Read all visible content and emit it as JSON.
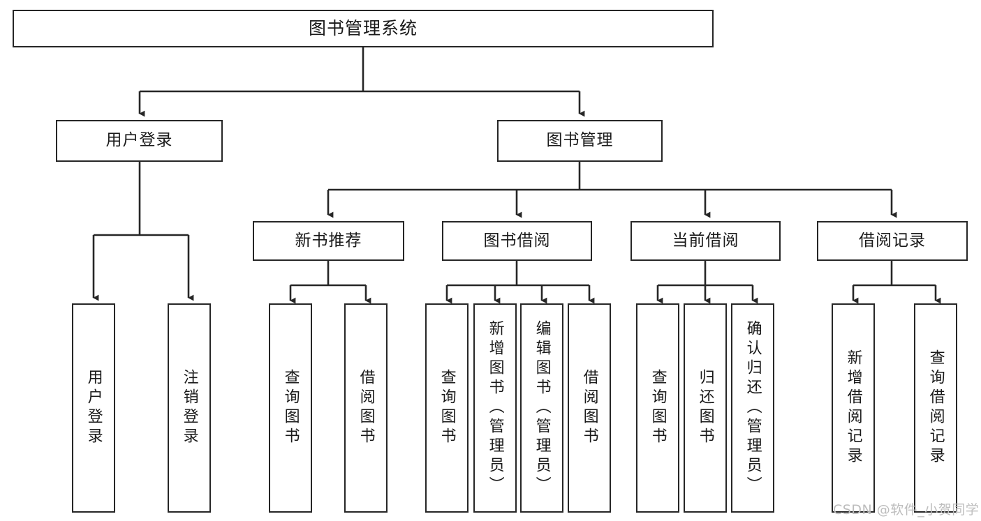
{
  "diagram": {
    "title": "图书管理系统",
    "type": "functional-structure-tree",
    "watermark": "CSDN @软件_小贺同学",
    "colors": {
      "stroke": "#262626",
      "box_fill": "#ffffff",
      "text": "#1a1a1a",
      "background": "#ffffff",
      "watermark": "#bdbdbd"
    },
    "levels": {
      "root": {
        "label": "图书管理系统"
      },
      "level2": [
        {
          "label": "用户登录"
        },
        {
          "label": "图书管理"
        }
      ],
      "level3": [
        {
          "label": "新书推荐"
        },
        {
          "label": "图书借阅"
        },
        {
          "label": "当前借阅"
        },
        {
          "label": "借阅记录"
        }
      ],
      "leaves": {
        "user_login": [
          {
            "label": "用户登录"
          },
          {
            "label": "注销登录"
          }
        ],
        "new_book_recommend": [
          {
            "label": "查询图书"
          },
          {
            "label": "借阅图书"
          }
        ],
        "book_borrow": [
          {
            "label": "查询图书"
          },
          {
            "label": "新增图书（管理员）"
          },
          {
            "label": "编辑图书（管理员）"
          },
          {
            "label": "借阅图书"
          }
        ],
        "current_borrow": [
          {
            "label": "查询图书"
          },
          {
            "label": "归还图书"
          },
          {
            "label": "确认归还（管理员）"
          }
        ],
        "borrow_records": [
          {
            "label": "新增借阅记录"
          },
          {
            "label": "查询借阅记录"
          }
        ]
      }
    }
  }
}
